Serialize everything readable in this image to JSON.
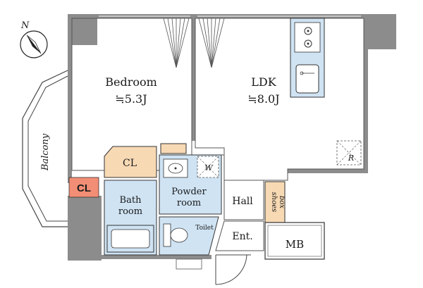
{
  "compass": {
    "letter": "N"
  },
  "rooms": {
    "bedroom": {
      "name": "Bedroom",
      "size": "≒5.3J"
    },
    "ldk": {
      "name": "LDK",
      "size": "≒8.0J"
    },
    "closet_inner": {
      "name": "CL"
    },
    "closet_outer": {
      "name": "CL"
    },
    "bath": {
      "line1": "Bath",
      "line2": "room"
    },
    "powder": {
      "line1": "Powder",
      "line2": "room"
    },
    "toilet": {
      "name": "Toilet"
    },
    "hall": {
      "name": "Hall"
    },
    "shoes": {
      "line1": "shoes",
      "line2": "box"
    },
    "entrance": {
      "name": "Ent."
    },
    "mb": {
      "name": "MB"
    },
    "balcony": {
      "name": "Balcony"
    },
    "washer": {
      "name": "W"
    },
    "refrigerator": {
      "name": "R"
    }
  },
  "colors": {
    "wall": "#8c8c8c",
    "wet_area": "#cfe3f3",
    "closet": "#f7d9b4",
    "cl_badge": "#f28e75",
    "line": "#333333"
  }
}
